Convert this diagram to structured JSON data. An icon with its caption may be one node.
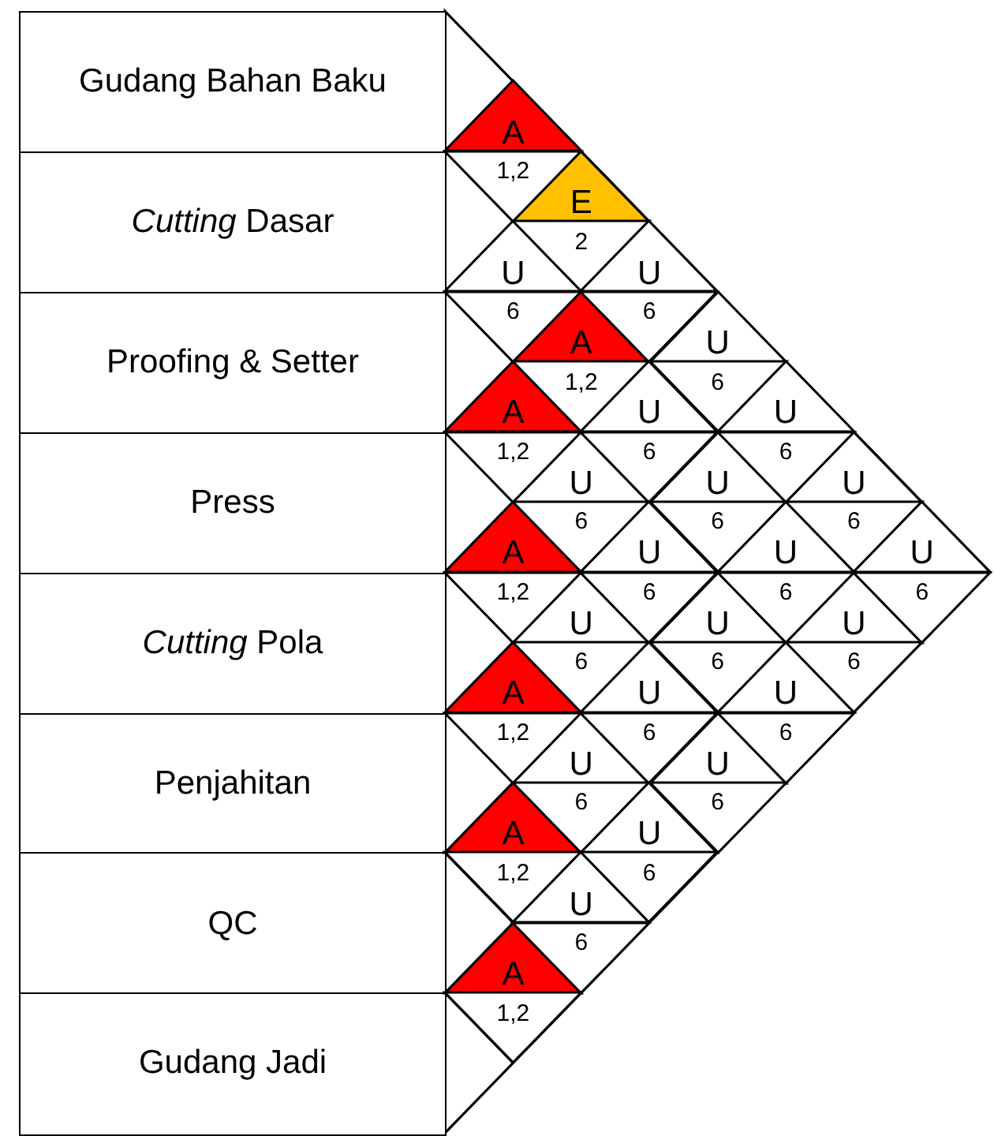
{
  "diagram": {
    "nodes": [
      {
        "text": [
          "Gudang Bahan Baku"
        ]
      },
      {
        "text": [
          "*Cutting* Dasar"
        ]
      },
      {
        "text": [
          "Proofing & Setter"
        ]
      },
      {
        "text": [
          "Press"
        ]
      },
      {
        "text": [
          "*Cutting* Pola"
        ]
      },
      {
        "text": [
          "Penjahitan"
        ]
      },
      {
        "text": [
          "QC"
        ]
      },
      {
        "text": [
          "Gudang Jadi"
        ]
      },
      {
        "text": [
          "A"
        ]
      },
      {
        "text": [
          "1,2"
        ]
      },
      {
        "text": [
          "E"
        ]
      },
      {
        "text": [
          "U"
        ]
      },
      {
        "text": [
          "2"
        ]
      },
      {
        "text": [
          "U"
        ]
      },
      {
        "text": [
          "6"
        ]
      },
      {
        "text": [
          "A"
        ]
      },
      {
        "text": [
          "6"
        ]
      },
      {
        "text": [
          "U"
        ]
      },
      {
        "text": [
          "A"
        ]
      },
      {
        "text": [
          "1,2"
        ]
      },
      {
        "text": [
          "U"
        ]
      },
      {
        "text": [
          "6"
        ]
      },
      {
        "text": [
          "U"
        ]
      },
      {
        "text": [
          "1,2"
        ]
      },
      {
        "text": [
          "U"
        ]
      },
      {
        "text": [
          "6"
        ]
      },
      {
        "text": [
          "U"
        ]
      },
      {
        "text": [
          "6"
        ]
      },
      {
        "text": [
          "U"
        ]
      },
      {
        "text": [
          "A"
        ]
      },
      {
        "text": [
          "6"
        ]
      },
      {
        "text": [
          "U"
        ]
      },
      {
        "text": [
          "6"
        ]
      },
      {
        "text": [
          "U"
        ]
      },
      {
        "text": [
          "6"
        ]
      },
      {
        "text": [
          "U"
        ]
      },
      {
        "text": [
          "1,2"
        ]
      },
      {
        "text": [
          "U"
        ]
      },
      {
        "text": [
          "6"
        ]
      },
      {
        "text": [
          "U"
        ]
      },
      {
        "text": [
          "6"
        ]
      },
      {
        "text": [
          "U"
        ]
      },
      {
        "text": [
          "6"
        ]
      },
      {
        "text": [
          "A"
        ]
      },
      {
        "text": [
          "6"
        ]
      },
      {
        "text": [
          "U"
        ]
      },
      {
        "text": [
          "6"
        ]
      },
      {
        "text": [
          "U"
        ]
      },
      {
        "text": [
          "6"
        ]
      },
      {
        "text": [
          "1,2"
        ]
      },
      {
        "text": [
          "U"
        ]
      },
      {
        "text": [
          "6"
        ]
      },
      {
        "text": [
          "U"
        ]
      },
      {
        "text": [
          "6"
        ]
      },
      {
        "text": [
          "A"
        ]
      },
      {
        "text": [
          "6"
        ]
      },
      {
        "text": [
          "U"
        ]
      },
      {
        "text": [
          "6"
        ]
      },
      {
        "text": [
          "1,2"
        ]
      },
      {
        "text": [
          "U"
        ]
      },
      {
        "text": [
          "6"
        ]
      },
      {
        "text": [
          "A"
        ]
      },
      {
        "text": [
          "6"
        ]
      },
      {
        "text": [
          "1,2"
        ]
      }
    ]
  }
}
